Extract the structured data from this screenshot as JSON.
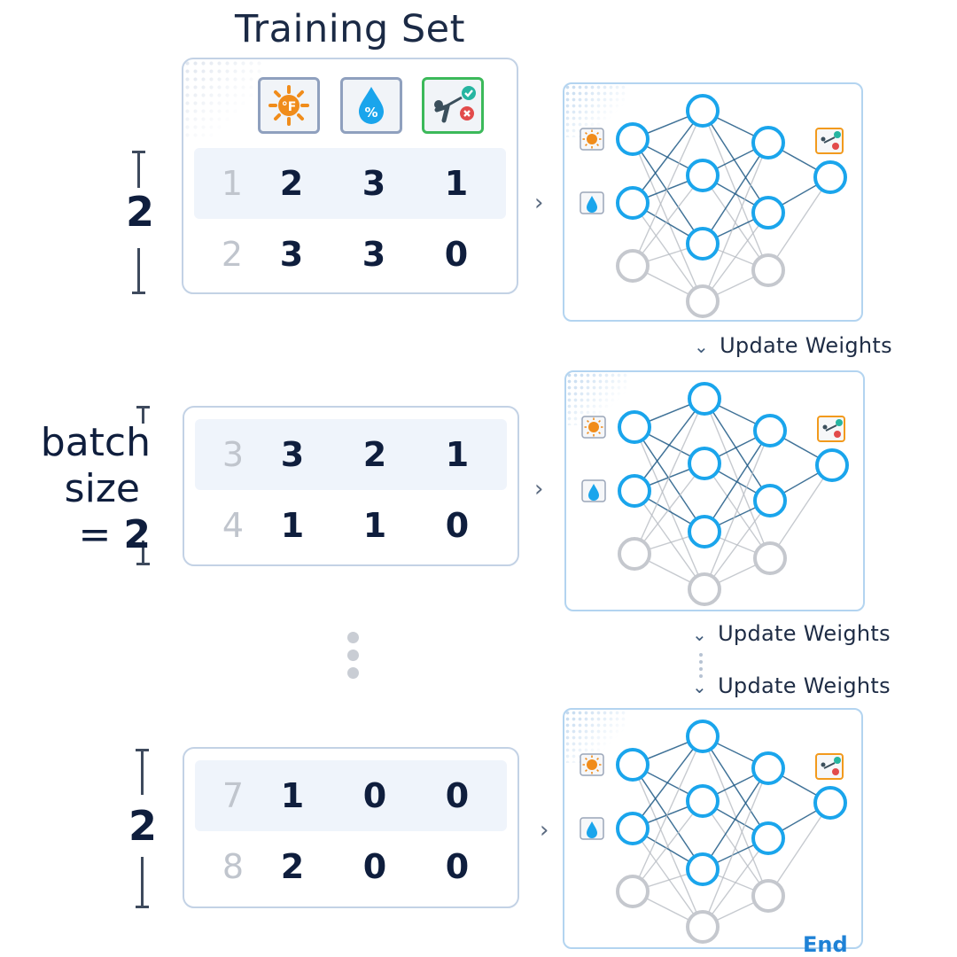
{
  "title": "Training Set",
  "feature_icons": [
    "temperature-icon",
    "humidity-icon",
    "play-golf-icon"
  ],
  "feature_icon_text": {
    "temperature": "°F",
    "humidity": "%"
  },
  "batches": [
    {
      "bracket_value": "2",
      "rows": [
        {
          "index": "1",
          "values": [
            "2",
            "3",
            "1"
          ]
        },
        {
          "index": "2",
          "values": [
            "3",
            "3",
            "0"
          ]
        }
      ]
    },
    {
      "bracket_label_line1": "batch",
      "bracket_label_line2": "size",
      "bracket_label_line3": "= ",
      "bracket_value": "2",
      "rows": [
        {
          "index": "3",
          "values": [
            "3",
            "2",
            "1"
          ]
        },
        {
          "index": "4",
          "values": [
            "1",
            "1",
            "0"
          ]
        }
      ]
    },
    {
      "bracket_value": "2",
      "rows": [
        {
          "index": "7",
          "values": [
            "1",
            "0",
            "0"
          ]
        },
        {
          "index": "8",
          "values": [
            "2",
            "0",
            "0"
          ]
        }
      ]
    }
  ],
  "update_labels": [
    "Update Weights",
    "Update Weights",
    "Update Weights"
  ],
  "end_label": "End",
  "colors": {
    "node_active": "#1aa5ec",
    "node_inactive": "#c5c8ce",
    "edge_active": "#1f5a86",
    "edge_inactive": "#b9bdc4",
    "temperature": "#f08c1b",
    "humidity": "#1aa5ec",
    "green": "#3cb95a",
    "orange": "#f29a1d",
    "text": "#0f1e3d"
  }
}
